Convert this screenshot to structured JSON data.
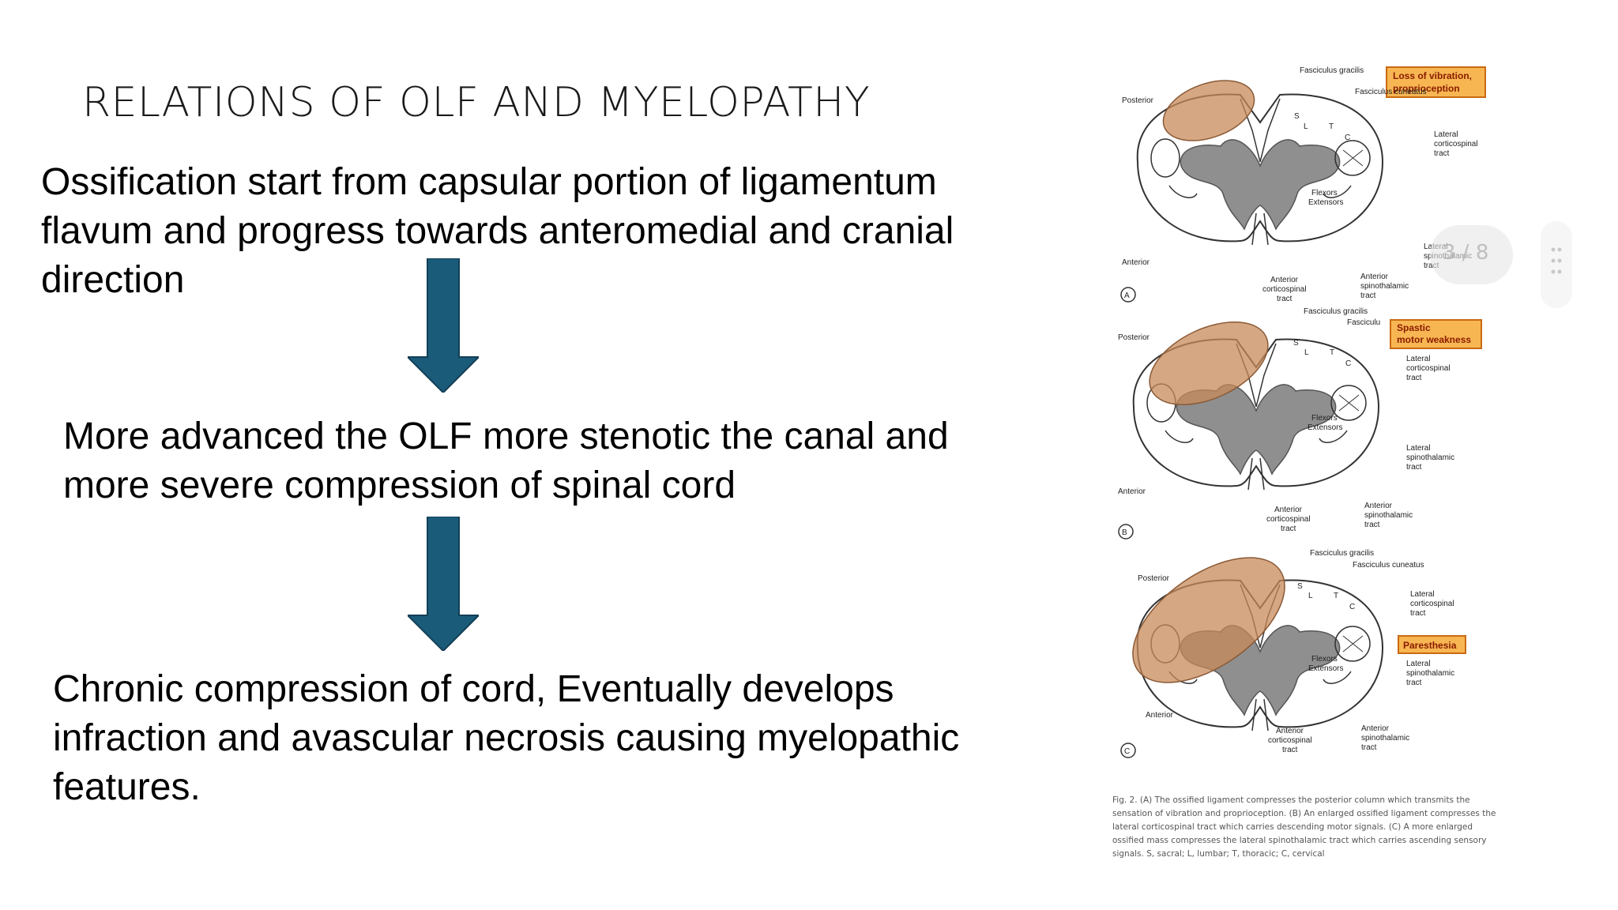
{
  "slide": {
    "title": "RELATIONS OF OLF AND MYELOPATHY",
    "paragraphs": [
      "Ossification start from capsular portion of ligamentum flavum and progress towards anteromedial and cranial direction",
      "More advanced the OLF more stenotic the canal and more severe compression of spinal cord",
      "Chronic compression of cord, Eventually develops infraction and avascular necrosis  causing myelopathic features."
    ],
    "arrow_color": "#1b5b7a"
  },
  "figure": {
    "panels": [
      {
        "label": "A",
        "callout": [
          "Loss of vibration,",
          "proprioception"
        ]
      },
      {
        "label": "B",
        "callout": [
          "Spastic",
          "motor weakness"
        ]
      },
      {
        "label": "C",
        "callout": [
          "Paresthesia"
        ]
      }
    ],
    "labels": {
      "posterior": "Posterior",
      "anterior": "Anterior",
      "fasciculus_gracilis": "Fasciculus gracilis",
      "fasciculus_cuneatus": "Fasciculus cuneatus",
      "fasciculus_short": "Fasciculu",
      "lateral_cst": [
        "Lateral",
        "corticospinal",
        "tract"
      ],
      "lateral_stt": [
        "Lateral",
        "spinothalamic",
        "tract"
      ],
      "anterior_cst": [
        "Anterior",
        "corticospinal",
        "tract"
      ],
      "anterior_stt": [
        "Anterior",
        "spinothalamic",
        "tract"
      ],
      "flexors": "Flexors",
      "extensors": "Extensors",
      "s": "S",
      "l": "L",
      "t": "T",
      "c": "C"
    },
    "caption": "Fig. 2. (A) The ossified ligament compresses the posterior column which transmits the sensation of vibration and proprioception. (B) An enlarged ossified ligament compresses the lateral corticospinal tract which carries descending motor signals. (C) A more enlarged ossified mass compresses the lateral spinothalamic tract which carries ascending sensory signals. S, sacral; L, lumbar; T, thoracic; C, cervical",
    "colors": {
      "ossified": "#c8895a",
      "grey_matter": "#8f8f8f",
      "callout": "#f7b652"
    }
  },
  "overlay": {
    "page_indicator": "3 / 8"
  }
}
